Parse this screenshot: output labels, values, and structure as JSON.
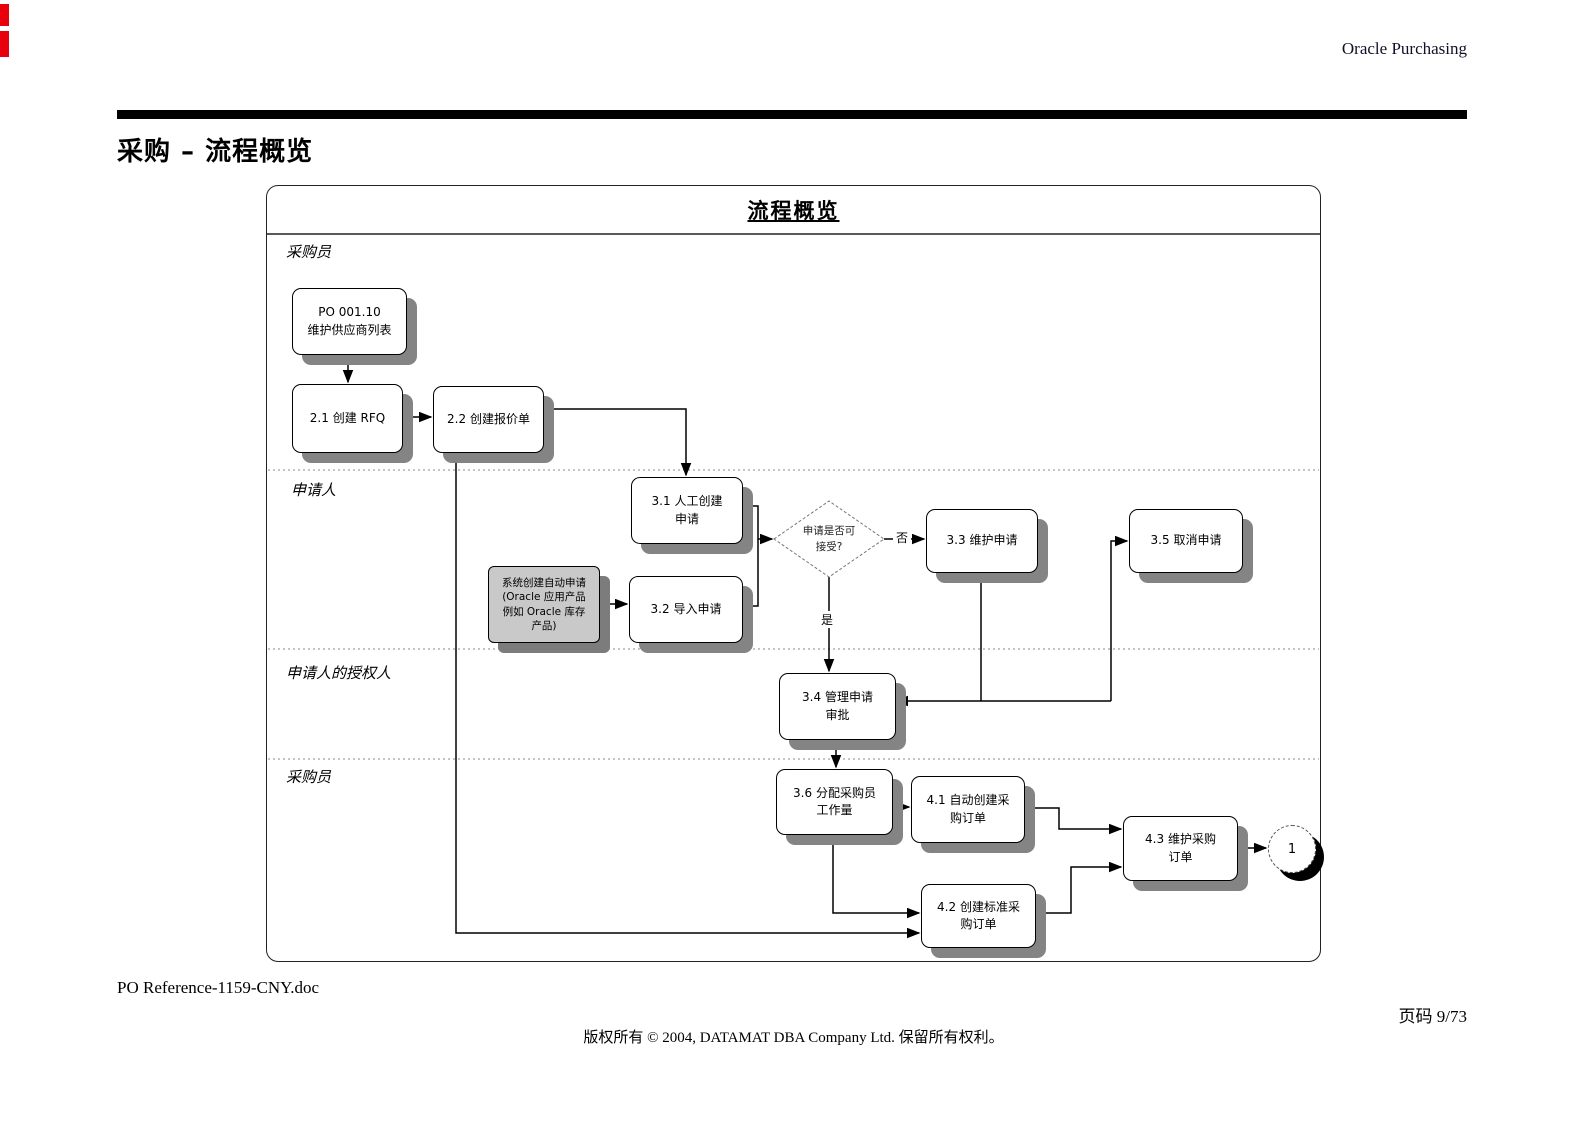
{
  "page": {
    "header_right": "Oracle Purchasing",
    "title": "采购 – 流程概览",
    "footer_left": "PO Reference-1159-CNY.doc",
    "footer_page": "页码 9/73",
    "footer_copyright": "版权所有 © 2004, DATAMAT DBA Company Ltd. 保留所有权利。"
  },
  "diagram": {
    "title": "流程概览",
    "lanes": [
      "采购员",
      "申请人",
      "申请人的授权人",
      "采购员"
    ],
    "labels": {
      "no": "否",
      "yes": "是"
    },
    "nodes": {
      "po_maintain_suppliers": "PO 001.10\n维护供应商列表",
      "create_rfq": "2.1 创建 RFQ",
      "create_quotation": "2.2 创建报价单",
      "manual_create_req": "3.1 人工创建\n申请",
      "system_auto_req": "系统创建自动申请\n(Oracle 应用产品\n例如 Oracle 库存\n产品)",
      "import_req": "3.2 导入申请",
      "decision_req_acceptable": "申请是否可\n接受?",
      "maintain_req": "3.3 维护申请",
      "cancel_req": "3.5 取消申请",
      "manage_req_approval": "3.4 管理申请\n审批",
      "assign_buyer_workload": "3.6 分配采购员\n工作量",
      "auto_create_po": "4.1 自动创建采\n购订单",
      "create_standard_po": "4.2 创建标准采\n购订单",
      "maintain_po": "4.3 维护采购\n订单",
      "end_connector": "1"
    },
    "colors": {
      "box_shadow": "#848484",
      "gray_box_fill": "#c9c9c9",
      "end_shadow": "#000000"
    }
  }
}
